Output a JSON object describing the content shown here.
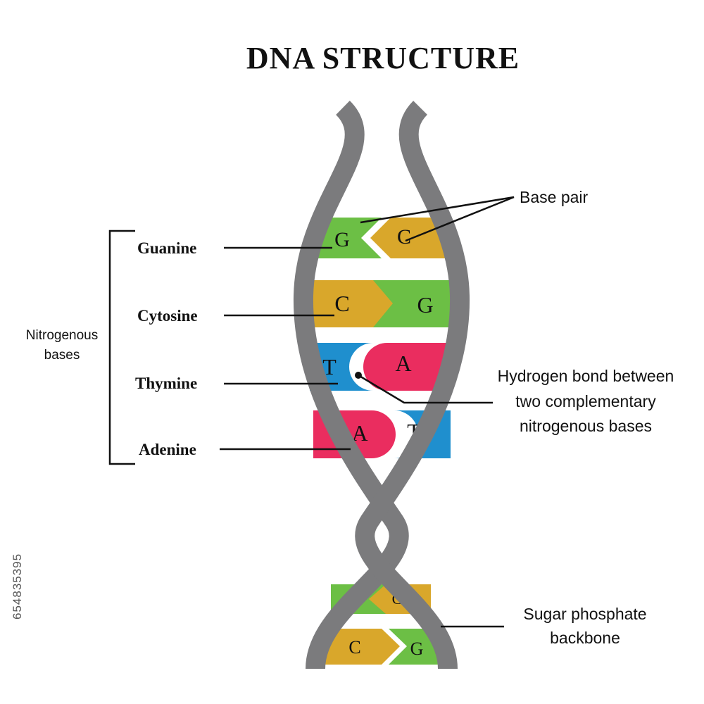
{
  "title": "DNA STRUCTURE",
  "colors": {
    "backbone": "#7b7b7d",
    "guanine": "#6cbf45",
    "cytosine": "#d9a72b",
    "thymine": "#1f8fce",
    "adenine": "#ea2d5f",
    "text": "#111111"
  },
  "labels": {
    "base_pair": "Base pair",
    "guanine": "Guanine",
    "cytosine": "Cytosine",
    "thymine": "Thymine",
    "adenine": "Adenine",
    "nitrogenous_bases_line1": "Nitrogenous",
    "nitrogenous_bases_line2": "bases",
    "hydrogen_bond_line1": "Hydrogen bond between",
    "hydrogen_bond_line2": "two complementary",
    "hydrogen_bond_line3": "nitrogenous bases",
    "backbone_line1": "Sugar phosphate",
    "backbone_line2": "backbone"
  },
  "letters": {
    "g": "G",
    "c": "C",
    "t": "T",
    "a": "A"
  },
  "watermark": {
    "stock_id": "654835395"
  }
}
